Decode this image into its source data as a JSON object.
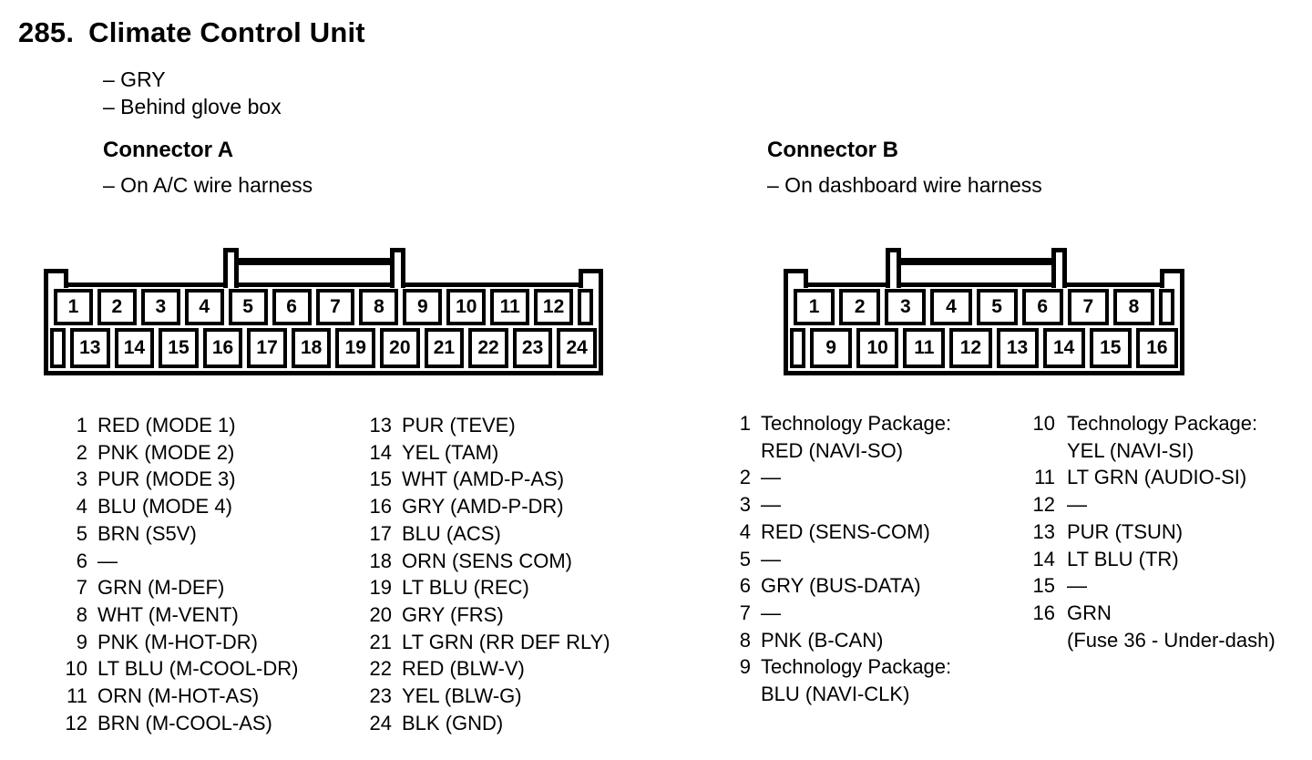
{
  "page": {
    "number": "285.",
    "title": "Climate Control Unit",
    "notes": [
      "– GRY",
      "– Behind glove box"
    ]
  },
  "colors": {
    "ink": "#000000",
    "paper": "#ffffff"
  },
  "connector_a": {
    "heading": "Connector A",
    "note": "– On A/C wire harness",
    "top_pins": [
      "1",
      "2",
      "3",
      "4",
      "5",
      "6",
      "7",
      "8",
      "9",
      "10",
      "11",
      "12"
    ],
    "bottom_pins": [
      "13",
      "14",
      "15",
      "16",
      "17",
      "18",
      "19",
      "20",
      "21",
      "22",
      "23",
      "24"
    ],
    "list_left": [
      {
        "pin": "1",
        "label": "RED (MODE 1)"
      },
      {
        "pin": "2",
        "label": "PNK (MODE 2)"
      },
      {
        "pin": "3",
        "label": "PUR (MODE 3)"
      },
      {
        "pin": "4",
        "label": "BLU (MODE 4)"
      },
      {
        "pin": "5",
        "label": "BRN (S5V)"
      },
      {
        "pin": "6",
        "label": "—"
      },
      {
        "pin": "7",
        "label": "GRN (M-DEF)"
      },
      {
        "pin": "8",
        "label": "WHT (M-VENT)"
      },
      {
        "pin": "9",
        "label": "PNK (M-HOT-DR)"
      },
      {
        "pin": "10",
        "label": "LT BLU (M-COOL-DR)"
      },
      {
        "pin": "11",
        "label": "ORN (M-HOT-AS)"
      },
      {
        "pin": "12",
        "label": "BRN (M-COOL-AS)"
      }
    ],
    "list_right": [
      {
        "pin": "13",
        "label": "PUR (TEVE)"
      },
      {
        "pin": "14",
        "label": "YEL (TAM)"
      },
      {
        "pin": "15",
        "label": "WHT (AMD-P-AS)"
      },
      {
        "pin": "16",
        "label": "GRY (AMD-P-DR)"
      },
      {
        "pin": "17",
        "label": "BLU (ACS)"
      },
      {
        "pin": "18",
        "label": "ORN (SENS COM)"
      },
      {
        "pin": "19",
        "label": "LT BLU (REC)"
      },
      {
        "pin": "20",
        "label": "GRY (FRS)"
      },
      {
        "pin": "21",
        "label": "LT GRN (RR DEF RLY)"
      },
      {
        "pin": "22",
        "label": "RED (BLW-V)"
      },
      {
        "pin": "23",
        "label": "YEL (BLW-G)"
      },
      {
        "pin": "24",
        "label": "BLK (GND)"
      }
    ]
  },
  "connector_b": {
    "heading": "Connector B",
    "note": "– On dashboard wire harness",
    "top_pins": [
      "1",
      "2",
      "3",
      "4",
      "5",
      "6",
      "7",
      "8"
    ],
    "bottom_pins": [
      "9",
      "10",
      "11",
      "12",
      "13",
      "14",
      "15",
      "16"
    ],
    "list_left": [
      {
        "pin": "1",
        "line1": "Technology Package:",
        "line2": "RED (NAVI-SO)"
      },
      {
        "pin": "2",
        "line1": "—",
        "line2": ""
      },
      {
        "pin": "3",
        "line1": "—",
        "line2": ""
      },
      {
        "pin": "4",
        "line1": "RED (SENS-COM)",
        "line2": ""
      },
      {
        "pin": "5",
        "line1": "—",
        "line2": ""
      },
      {
        "pin": "6",
        "line1": "GRY (BUS-DATA)",
        "line2": ""
      },
      {
        "pin": "7",
        "line1": "—",
        "line2": ""
      },
      {
        "pin": "8",
        "line1": "PNK (B-CAN)",
        "line2": ""
      },
      {
        "pin": "9",
        "line1": "Technology Package:",
        "line2": "BLU (NAVI-CLK)"
      }
    ],
    "list_right": [
      {
        "pin": "10",
        "line1": "Technology Package:",
        "line2": "YEL (NAVI-SI)"
      },
      {
        "pin": "11",
        "line1": "LT GRN (AUDIO-SI)",
        "line2": ""
      },
      {
        "pin": "12",
        "line1": "—",
        "line2": ""
      },
      {
        "pin": "13",
        "line1": "PUR (TSUN)",
        "line2": ""
      },
      {
        "pin": "14",
        "line1": "LT BLU (TR)",
        "line2": ""
      },
      {
        "pin": "15",
        "line1": "—",
        "line2": ""
      },
      {
        "pin": "16",
        "line1": "GRN",
        "line2": "(Fuse 36 - Under-dash)"
      }
    ]
  }
}
